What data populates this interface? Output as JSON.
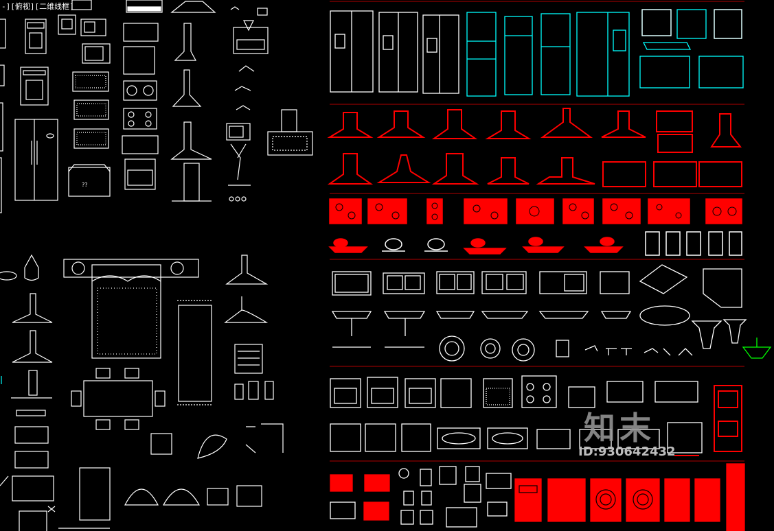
{
  "viewport": {
    "label": "-][俯视][二维线框]"
  },
  "watermark": {
    "text": "知末",
    "id_text": "ID:930642432"
  },
  "blocks": {
    "mystery_block_label": "??"
  },
  "colors": {
    "white": "#ffffff",
    "red": "#ff0000",
    "cyan": "#00ffff",
    "green": "#00ff00",
    "divider": "#b00000"
  }
}
